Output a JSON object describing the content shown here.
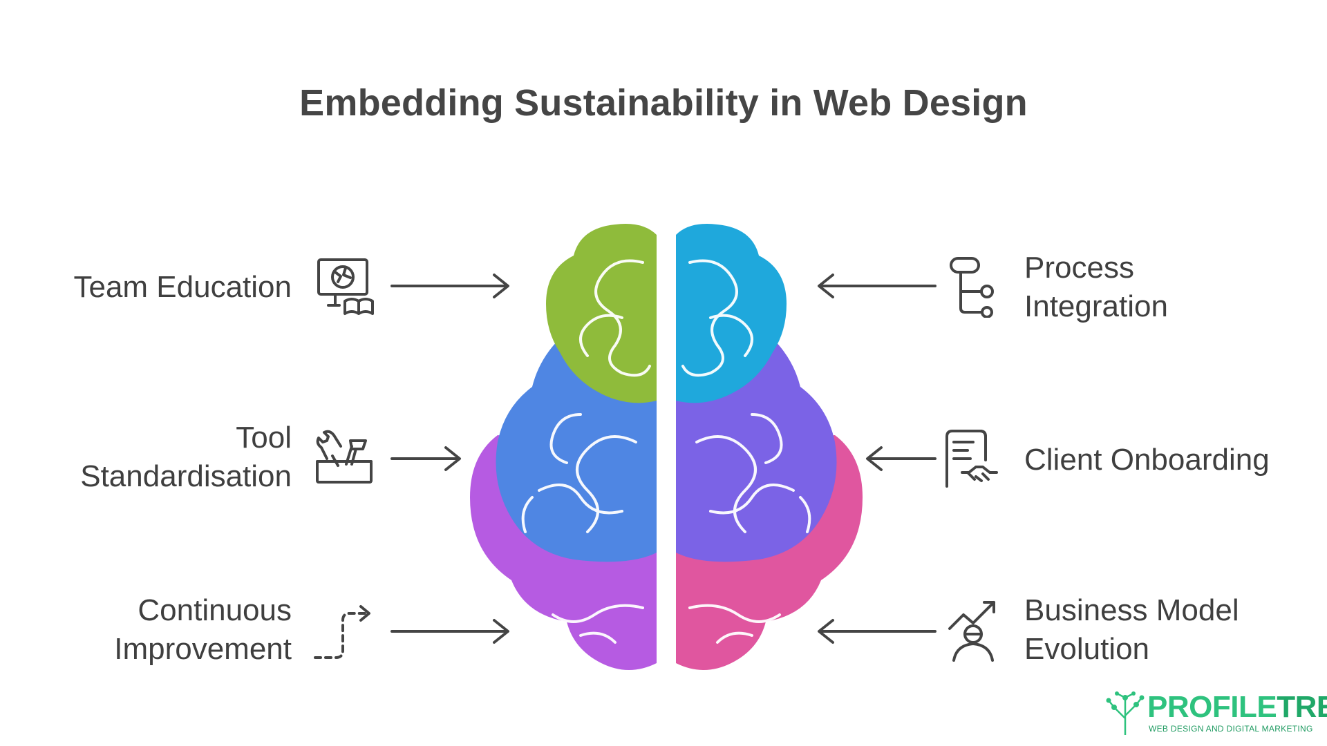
{
  "title": "Embedding Sustainability in Web Design",
  "items": {
    "team_education": {
      "lines": [
        "Team Education"
      ],
      "icon": "monitor-book-icon"
    },
    "tool_standardisation": {
      "lines": [
        "Tool",
        "Standardisation"
      ],
      "icon": "toolbox-icon"
    },
    "continuous_improvement": {
      "lines": [
        "Continuous",
        "Improvement"
      ],
      "icon": "dashed-path-arrow-icon"
    },
    "process_integration": {
      "lines": [
        "Process",
        "Integration"
      ],
      "icon": "flowchart-icon"
    },
    "client_onboarding": {
      "lines": [
        "Client Onboarding"
      ],
      "icon": "contract-handshake-icon"
    },
    "business_model_evolution": {
      "lines": [
        "Business Model",
        "Evolution"
      ],
      "icon": "person-growth-icon"
    }
  },
  "brain_colors": {
    "green": "#8fbb3b",
    "cyan": "#1fa8dc",
    "blue": "#4f86e3",
    "violet": "#7b63e6",
    "purple": "#b65be2",
    "magenta": "#e0569f"
  },
  "logo": {
    "word_part1": "PROFILE",
    "word_part2": "TREE",
    "tagline": "WEB DESIGN AND DIGITAL MARKETING"
  }
}
